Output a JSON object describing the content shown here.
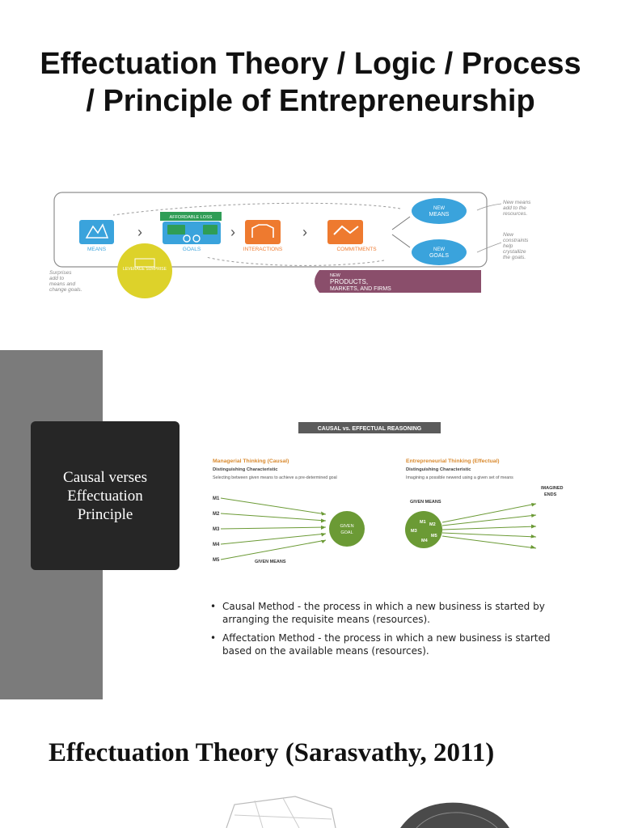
{
  "slide1": {
    "title": "Effectuation Theory / Logic / Process / Principle of Entrepreneurship",
    "diagram": {
      "means": "MEANS",
      "goals": "GOALS",
      "interactions": "INTERACTIONS",
      "commitments": "COMMITMENTS",
      "affordable_loss": "AFFORDABLE LOSS",
      "leverage_surprise": "LEVERAGE SURPRISE",
      "new_means": [
        "NEW",
        "MEANS"
      ],
      "new_goals": [
        "NEW",
        "GOALS"
      ],
      "new_products": [
        "NEW",
        "PRODUCTS,",
        "MARKETS, AND FIRMS"
      ],
      "note_resources": [
        "New means",
        "add to the",
        "resources."
      ],
      "note_goals": [
        "New",
        "constraints",
        "help",
        "crystallize",
        "the goals."
      ],
      "note_surprises": [
        "Surprises",
        "add to",
        "means and",
        "change goals."
      ]
    }
  },
  "slide2": {
    "box_title": "Causal verses\nEffectuation\nPrinciple",
    "figure": {
      "header": "CAUSAL vs. EFFECTUAL REASONING",
      "left_title": "Managerial Thinking (Causal)",
      "left_sub": "Distinguishing Characteristic",
      "left_desc": "Selecting between given means to achieve a pre-determined goal",
      "left_means_label": "GIVEN MEANS",
      "left_goal": [
        "GIVEN",
        "GOAL"
      ],
      "means_labels": [
        "M1",
        "M2",
        "M3",
        "M4",
        "M5"
      ],
      "right_title": "Entrepreneurial Thinking (Effectual)",
      "right_sub": "Distinguishing Characteristic",
      "right_desc": "Imagining a possible newend using a given set of means",
      "right_means_label": "GIVEN MEANS",
      "right_ends_label": [
        "IMAGINED",
        "ENDS"
      ]
    },
    "bullets": [
      "Causal Method - the process in which a new business is started by arranging the requisite means (resources).",
      "Affectation Method - the process in which a new business is started based on the available means (resources)."
    ]
  },
  "slide3": {
    "title": "Effectuation Theory (Sarasvathy, 2011)"
  },
  "colors": {
    "blue": "#3aa3dc",
    "green": "#2f9d56",
    "orange": "#ee7a2f",
    "yellow": "#ddd22a",
    "purple": "#8a4e6b",
    "dark_gray": "#262626",
    "mid_gray": "#7b7b7b",
    "olive_green": "#6b9a35",
    "header_bar": "#5b5b5b",
    "heading_orange": "#d98a2f"
  }
}
